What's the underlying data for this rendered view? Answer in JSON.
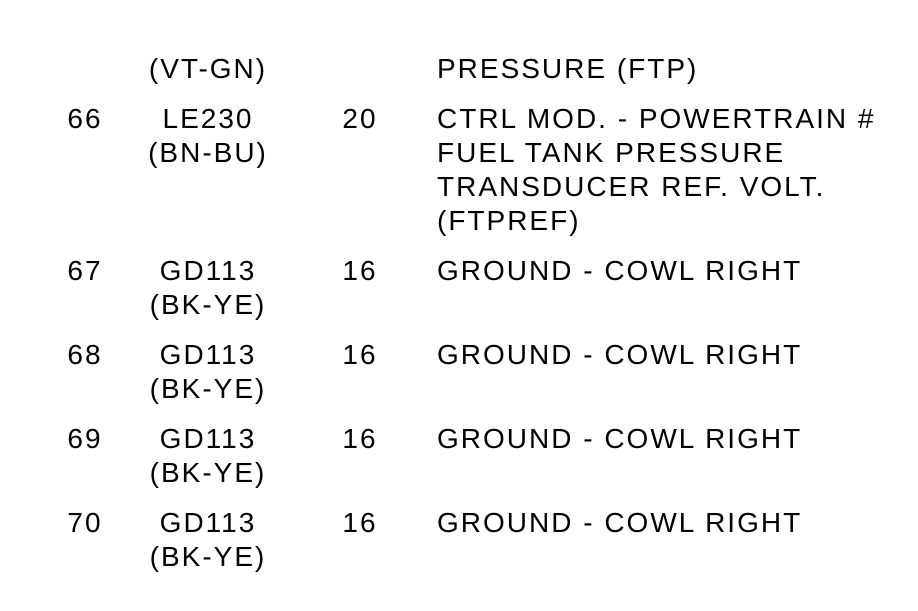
{
  "page": {
    "background": "#ffffff",
    "text_color": "#000000"
  },
  "pinout_table": {
    "rows": [
      {
        "pin": "",
        "circuit": "",
        "wire_color": "(VT-GN)",
        "gauge": "",
        "description_lines": [
          "PRESSURE (FTP)"
        ]
      },
      {
        "pin": "66",
        "circuit": "LE230",
        "wire_color": "(BN-BU)",
        "gauge": "20",
        "description_lines": [
          "CTRL MOD. - POWERTRAIN #",
          "FUEL TANK PRESSURE",
          "TRANSDUCER REF. VOLT.",
          "(FTPREF)"
        ]
      },
      {
        "pin": "67",
        "circuit": "GD113",
        "wire_color": "(BK-YE)",
        "gauge": "16",
        "description_lines": [
          "GROUND - COWL RIGHT"
        ]
      },
      {
        "pin": "68",
        "circuit": "GD113",
        "wire_color": "(BK-YE)",
        "gauge": "16",
        "description_lines": [
          "GROUND - COWL RIGHT"
        ]
      },
      {
        "pin": "69",
        "circuit": "GD113",
        "wire_color": "(BK-YE)",
        "gauge": "16",
        "description_lines": [
          "GROUND - COWL RIGHT"
        ]
      },
      {
        "pin": "70",
        "circuit": "GD113",
        "wire_color": "(BK-YE)",
        "gauge": "16",
        "description_lines": [
          "GROUND - COWL RIGHT"
        ]
      }
    ]
  }
}
